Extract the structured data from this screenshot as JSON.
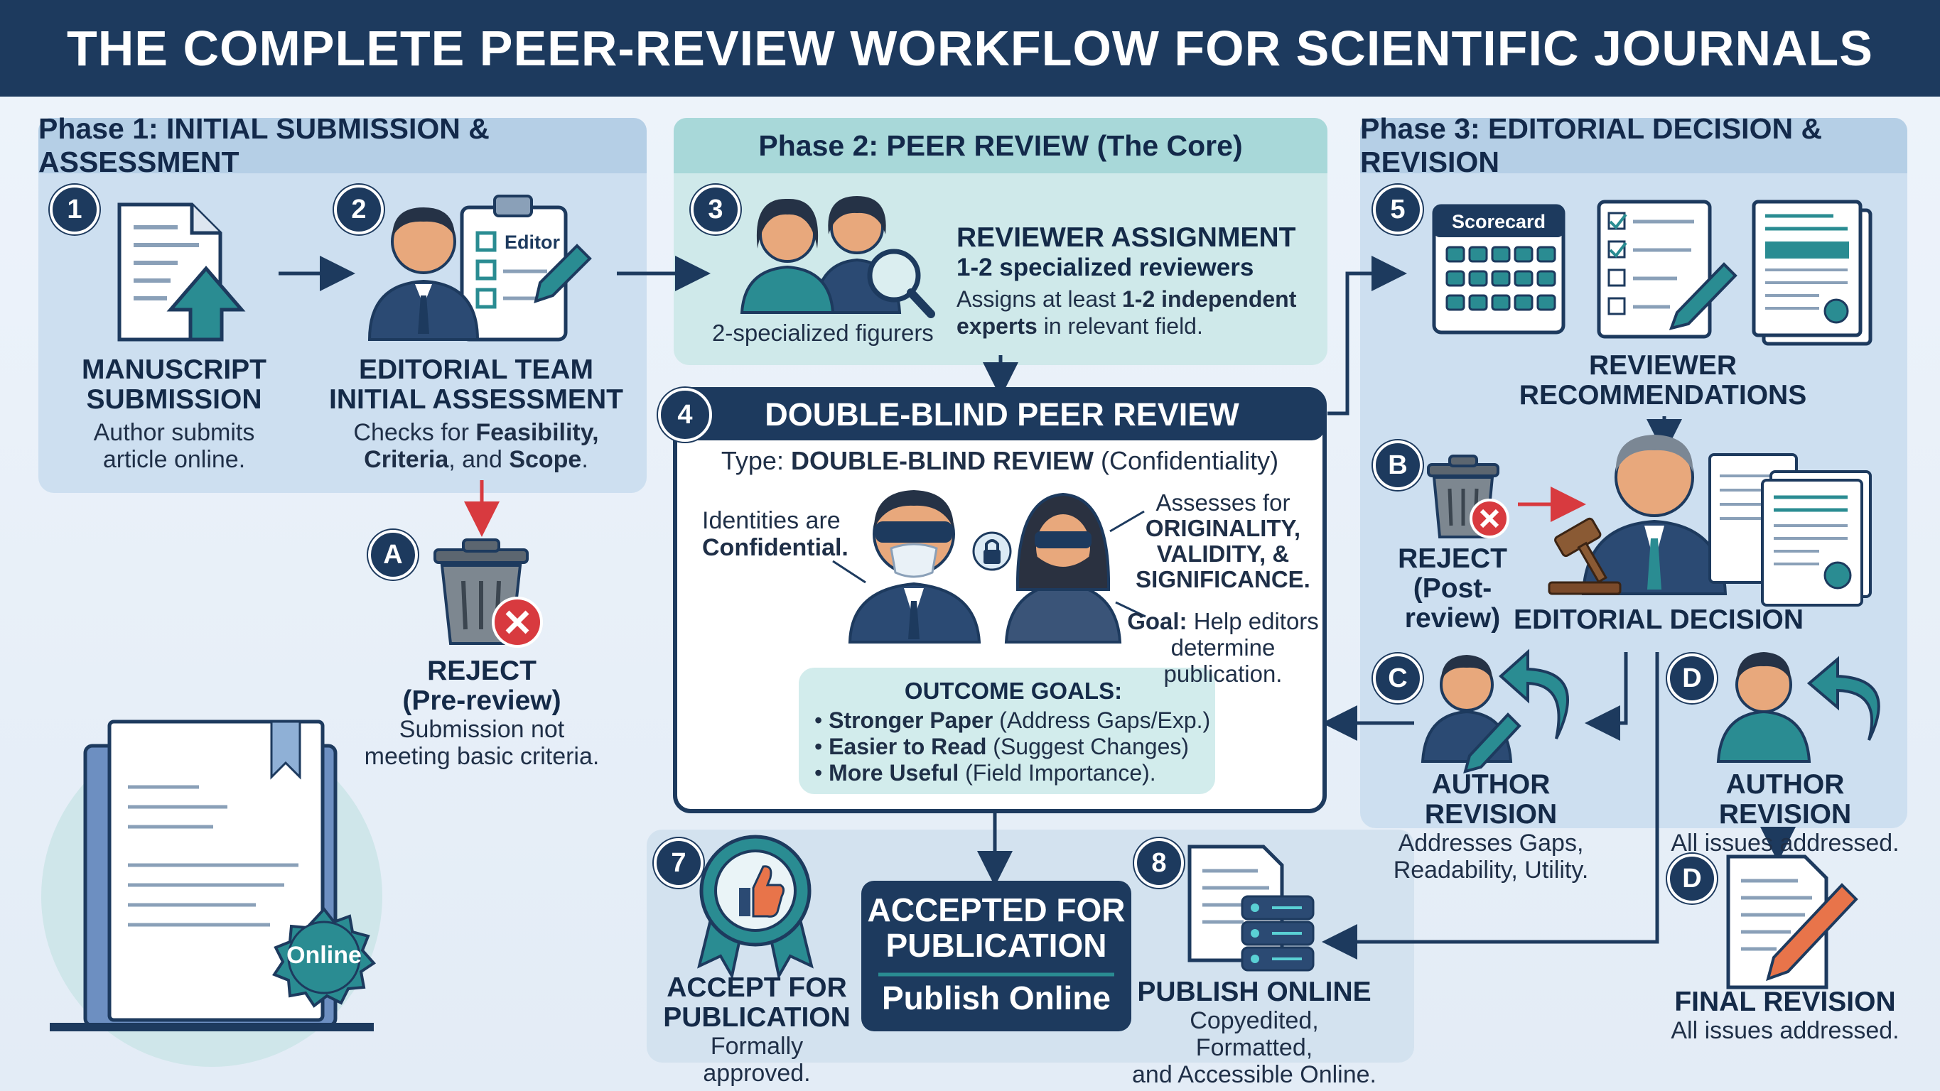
{
  "title": "THE COMPLETE PEER-REVIEW WORKFLOW FOR SCIENTIFIC JOURNALS",
  "phases": {
    "p1": "Phase 1: INITIAL SUBMISSION & ASSESSMENT",
    "p2": "Phase 2: PEER REVIEW (The Core)",
    "p3": "Phase 3: EDITORIAL DECISION & REVISION"
  },
  "badges": {
    "n1": "1",
    "n2": "2",
    "n3": "3",
    "n4": "4",
    "n5": "5",
    "n7": "7",
    "n8": "8",
    "a": "A",
    "b": "B",
    "c": "C",
    "d1": "D",
    "d2": "D"
  },
  "step1": {
    "title1": "MANUSCRIPT",
    "title2": "SUBMISSION",
    "desc1": "Author submits",
    "desc2": "article online."
  },
  "step2": {
    "title1": "EDITORIAL TEAM",
    "title2": "INITIAL ASSESSMENT",
    "desc_pre": "Checks for ",
    "desc_b1": "Feasibility,",
    "desc_b2": "Criteria",
    "desc_mid": ", and ",
    "desc_b3": "Scope",
    "desc_end": ".",
    "clipboard": "Editor"
  },
  "rejectA": {
    "title1": "REJECT",
    "title2": "(Pre-review)",
    "desc1": "Submission not",
    "desc2": "meeting basic criteria."
  },
  "step3": {
    "icon_label": "2-specialized figurers",
    "title": "REVIEWER ASSIGNMENT",
    "subtitle": "1-2 specialized reviewers",
    "desc_pre": "Assigns at least ",
    "desc_b1": "1-2 independent",
    "desc_b2": "experts",
    "desc_end": " in relevant field."
  },
  "step4": {
    "header": "DOUBLE-BLIND PEER REVIEW",
    "type_pre": "Type: ",
    "type_b": "DOUBLE-BLIND REVIEW",
    "type_end": " (Confidentiality)",
    "identities1": "Identities are",
    "identities2": "Confidential.",
    "assess1": "Assesses for",
    "assess2": "ORIGINALITY,",
    "assess3": "VALIDITY, &",
    "assess4": "SIGNIFICANCE.",
    "goal_b": "Goal:",
    "goal1": " Help editors",
    "goal2": "determine",
    "goal3": "publication.",
    "outcome_title": "OUTCOME GOALS:",
    "outcomes": [
      {
        "b": "Stronger Paper",
        "t": " (Address Gaps/Exp.)"
      },
      {
        "b": "Easier to Read",
        "t": " (Suggest Changes)"
      },
      {
        "b": "More Useful",
        "t": " (Field Importance)."
      }
    ]
  },
  "step5": {
    "scorecard": "Scorecard",
    "title1": "REVIEWER",
    "title2": "RECOMMENDATIONS"
  },
  "rejectB": {
    "title1": "REJECT",
    "title2": "(Post-review)"
  },
  "decision": {
    "title": "EDITORIAL DECISION"
  },
  "revC": {
    "title": "AUTHOR REVISION",
    "desc1": "Addresses Gaps,",
    "desc2": "Readability, Utility."
  },
  "revD": {
    "title": "AUTHOR REVISION",
    "desc": "All issues addressed."
  },
  "finalD": {
    "title": "FINAL REVISION",
    "desc": "All issues addressed."
  },
  "step7": {
    "title1": "ACCEPT FOR",
    "title2": "PUBLICATION",
    "desc": "Formally approved."
  },
  "accepted": {
    "line1": "ACCEPTED FOR",
    "line2": "PUBLICATION",
    "line3": "Publish Online"
  },
  "step8": {
    "title": "PUBLISH ONLINE",
    "desc1": "Copyedited, Formatted,",
    "desc2": "and Accessible Online."
  },
  "seal": "Online",
  "colors": {
    "navy": "#1d3a5e",
    "teal": "#2a8c92",
    "red": "#d83a3f",
    "phase_bg": "#cfe0ef",
    "phase2_bg": "#cfe9ea"
  }
}
